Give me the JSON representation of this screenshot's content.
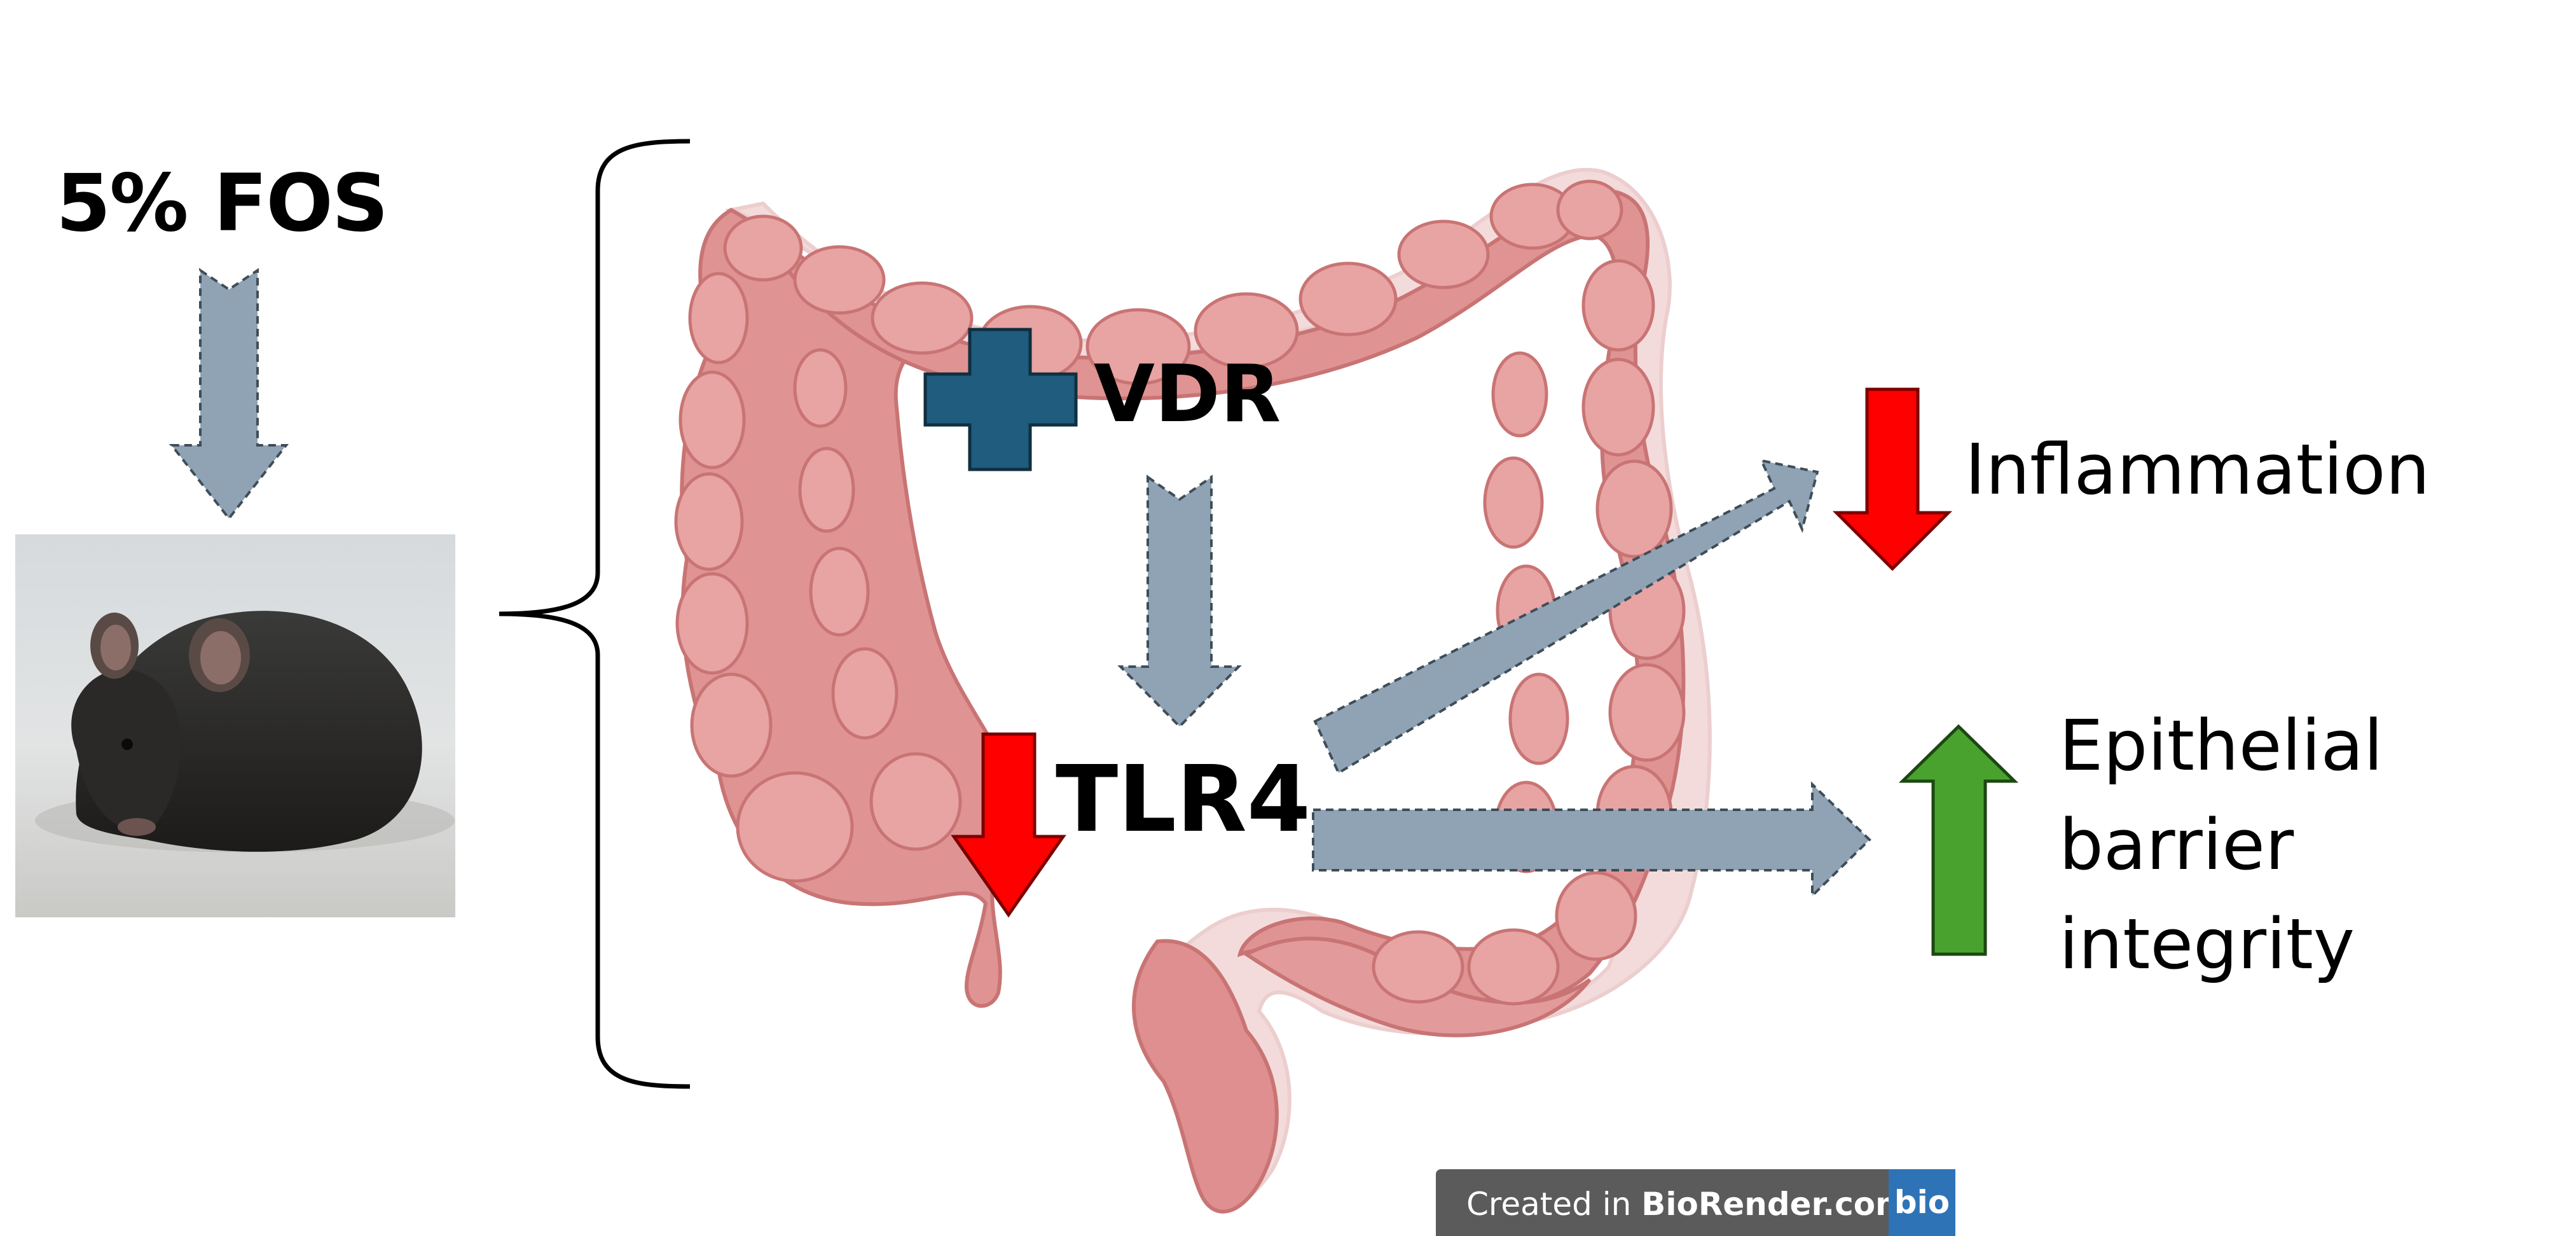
{
  "treatment": {
    "label": "5% FOS"
  },
  "markers": {
    "vdr": {
      "label": "VDR",
      "direction": "increase"
    },
    "tlr4": {
      "label": "TLR4",
      "direction": "decrease"
    }
  },
  "outcomes": {
    "inflammation": {
      "label": "Inflammation",
      "direction": "decrease"
    },
    "barrier": {
      "lines": [
        "Epithelial",
        "barrier",
        "integrity"
      ],
      "direction": "increase"
    }
  },
  "credit": {
    "prefix": "Created in ",
    "brand": "BioRender.com",
    "logo": "bio"
  },
  "icons": {
    "plus": "plus-icon",
    "down": "down-arrow-icon",
    "up": "up-arrow-icon",
    "flow": "flow-arrow-icon"
  },
  "colors": {
    "flow_arrow": "#8fa3b5",
    "decrease": "#ff0000",
    "increase": "#4aa22e",
    "plus": "#1f5c7e",
    "colon": "#e09393"
  }
}
